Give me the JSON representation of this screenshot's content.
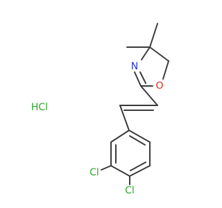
{
  "molecule": {
    "atoms": {
      "n": "N",
      "o": "O",
      "hcl": "HCl",
      "cl_meta": "Cl",
      "cl_para": "Cl"
    },
    "colors": {
      "carbon_bond": "#3b3b3b",
      "nitrogen": "#2b36d9",
      "oxygen": "#e02a1a",
      "chlorine": "#2fa52f"
    }
  }
}
